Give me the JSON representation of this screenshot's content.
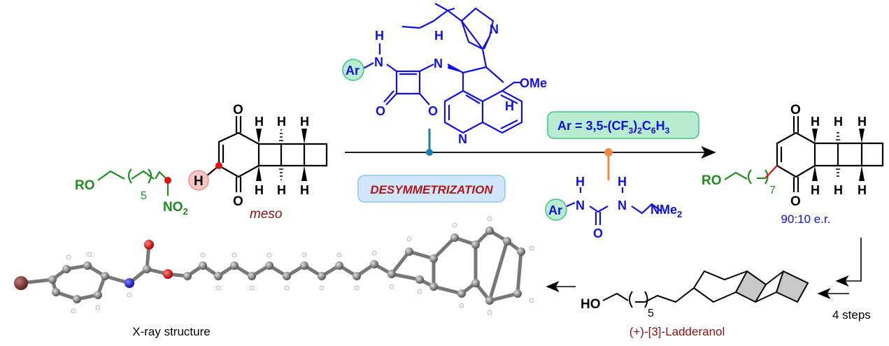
{
  "colors": {
    "green": "#1e8c1e",
    "blue": "#1010e0",
    "darkred": "#8b1010",
    "red": "#e01010",
    "orange": "#f08a4b",
    "teal": "#1a7fa8"
  },
  "substrate_chain": {
    "ro": "RO",
    "repeat": "5",
    "no2": "NO",
    "no2_sub": "2"
  },
  "meso": {
    "o_top": "O",
    "o_bottom": "O",
    "h": "H",
    "highlight_h": "H",
    "label": "meso"
  },
  "catalyst_top": {
    "ar": "Ar",
    "n1": "N",
    "h1": "H",
    "n2": "N",
    "h2": "H",
    "o1": "O",
    "o2": "O",
    "n_quin": "N",
    "n_quinoline": "N",
    "h_stereo": "H",
    "ome": "OMe"
  },
  "ar_box": {
    "pre": "Ar = 3,5-(CF",
    "s1": "3",
    "mid": ")",
    "s2": "2",
    "c": "C",
    "s3": "6",
    "h": "H",
    "s4": "3"
  },
  "desym_label": "DESYMMETRIZATION",
  "urea": {
    "ar": "Ar",
    "n1": "N",
    "h1": "H",
    "n2": "N",
    "h2": "H",
    "o": "O",
    "nme": "NMe",
    "nme_sub": "2"
  },
  "product": {
    "ro": "RO",
    "repeat": "7",
    "o": "O",
    "h": "H",
    "er": "90:10 e.r."
  },
  "steps_label": "4 steps",
  "ladderanol": {
    "ho": "HO",
    "repeat": "5",
    "name": "(+)-[3]-Ladderanol"
  },
  "xray_label": "X-ray structure"
}
